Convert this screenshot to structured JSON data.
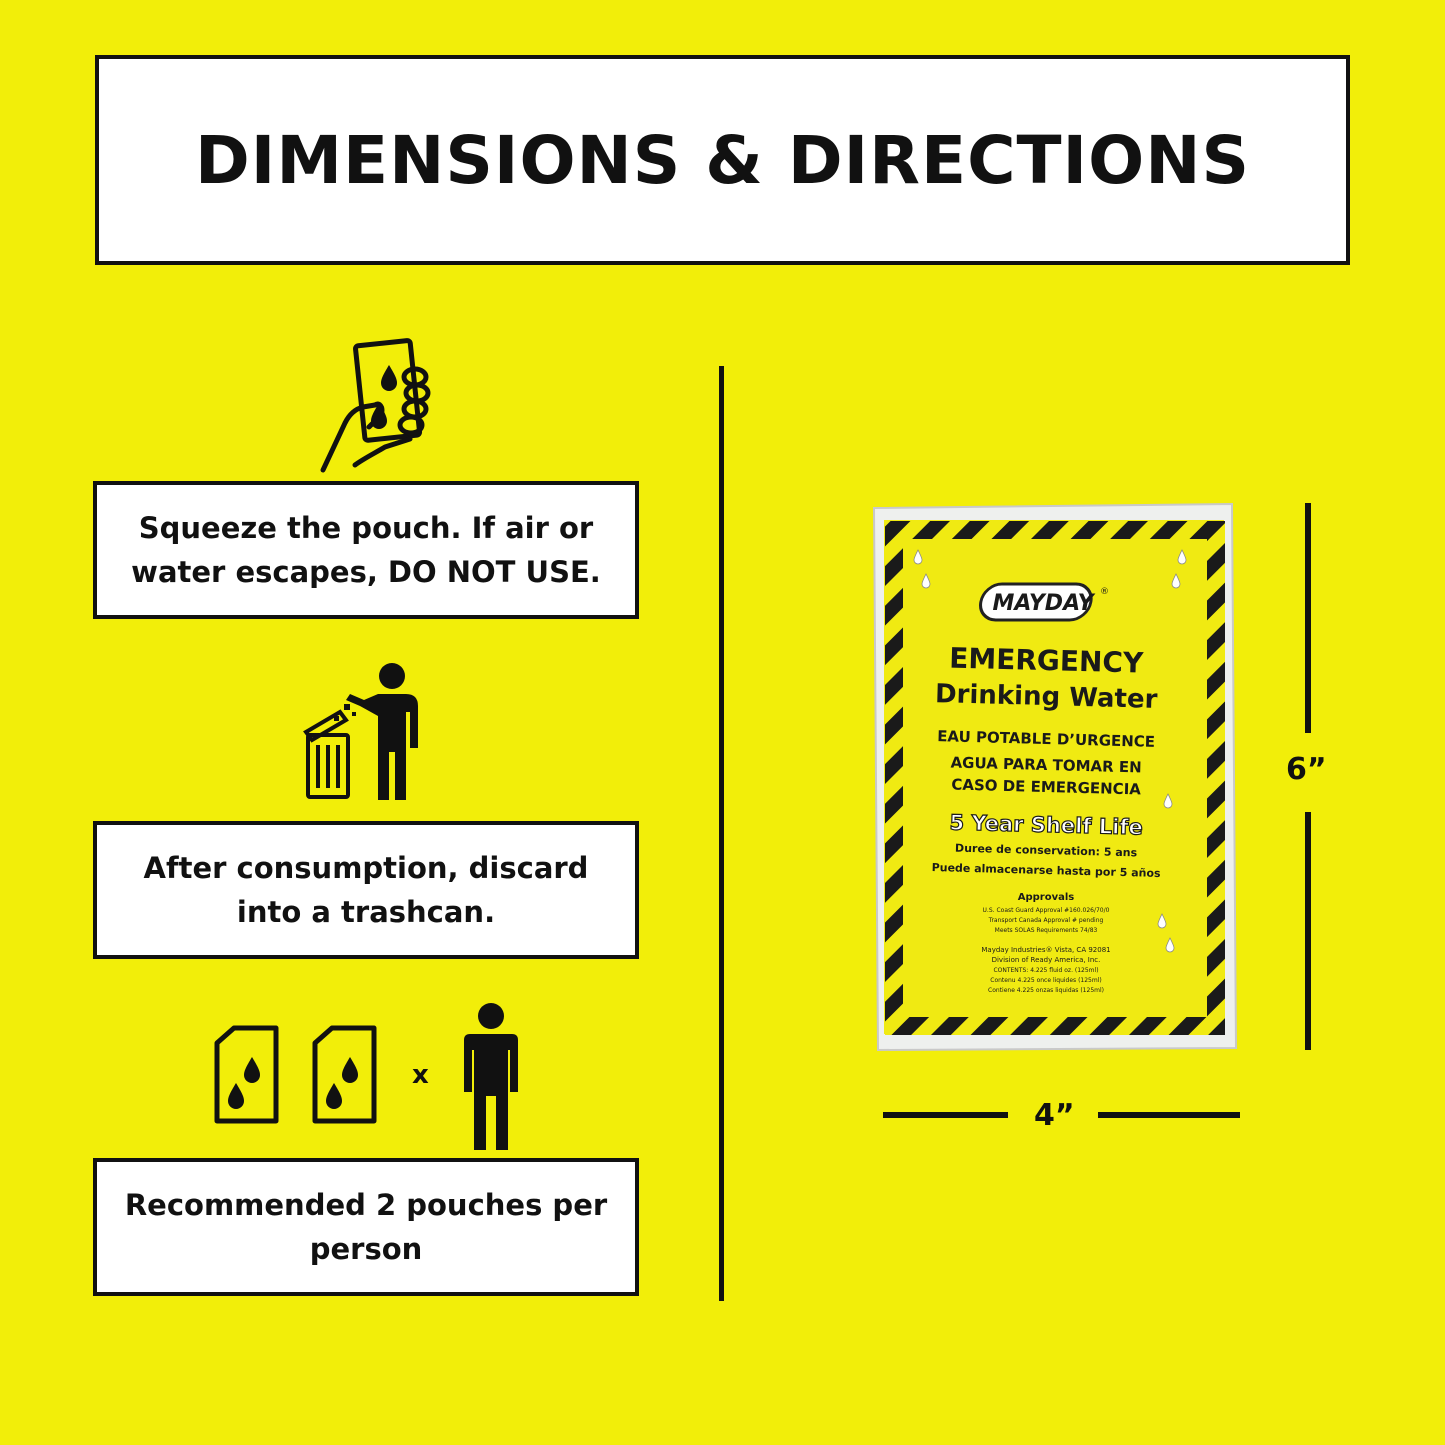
{
  "title": "DIMENSIONS & DIRECTIONS",
  "steps": [
    {
      "text": "Squeeze the pouch. If air or water escapes, DO NOT USE.",
      "icon": "hand-squeeze-pouch-icon"
    },
    {
      "text": "After consumption, discard into a trashcan.",
      "icon": "person-trashcan-icon"
    },
    {
      "text": "Recommended 2 pouches per person",
      "icon": "two-pouches-per-person-icon"
    }
  ],
  "multiplier": "x",
  "dimensions": {
    "height": "6”",
    "width": "4”"
  },
  "pouch": {
    "brand": "MAYDAY",
    "registered": "®",
    "line1": "EMERGENCY",
    "line2": "Drinking Water",
    "french": "EAU POTABLE D’URGENCE",
    "spanish1": "AGUA PARA TOMAR EN",
    "spanish2": "CASO DE EMERGENCIA",
    "shelf": "5 Year Shelf Life",
    "shelf_fr": "Duree de conservation: 5 ans",
    "shelf_es": "Puede almacenarse hasta por 5 años",
    "approvals_title": "Approvals",
    "approval1": "U.S. Coast Guard Approval #160.026/70/0",
    "approval2": "Transport Canada Approval # pending",
    "approval3": "Meets SOLAS Requirements 74/83",
    "maker1": "Mayday Industries® Vista, CA 92081",
    "maker2": "Division of Ready America, Inc.",
    "contents1": "CONTENTS: 4.225 fluid oz. (125ml)",
    "contents2": "Contenu 4.225 once liquides (125ml)",
    "contents3": "Contiene 4.225 onzas liquidas (125ml)"
  },
  "colors": {
    "background": "#f2ee09",
    "ink": "#111111",
    "pouch_yellow": "#f0ea12"
  }
}
